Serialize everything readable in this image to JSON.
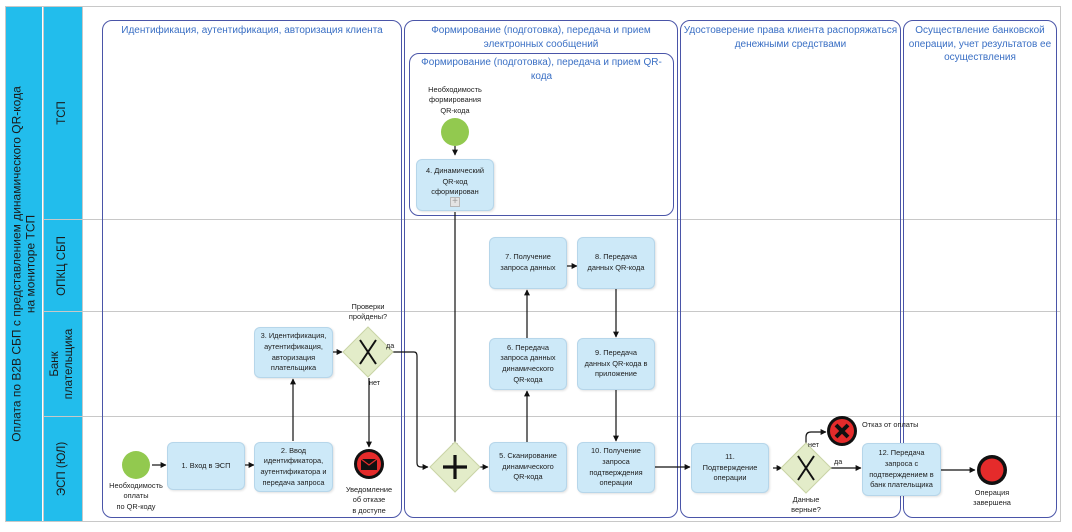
{
  "pool": {
    "title_line1": "Оплата по В2В СБП с представлением динамического QR-кода",
    "title_line2": "на мониторе ТСП"
  },
  "lanes": [
    {
      "id": "tsp",
      "title_line1": "ТСП",
      "title_line2": ""
    },
    {
      "id": "opkc",
      "title_line1": "ОПКЦ СБП",
      "title_line2": ""
    },
    {
      "id": "bank",
      "title_line1": "Банк",
      "title_line2": "плательщика"
    },
    {
      "id": "esp",
      "title_line1": "ЭСП (ЮЛ)",
      "title_line2": ""
    }
  ],
  "groups": {
    "identification": {
      "title": "Идентификация, аутентификация, авторизация клиента"
    },
    "messaging": {
      "title_line1": "Формирование (подготовка), передача и прием",
      "title_line2": "электронных сообщений"
    },
    "qr_subgroup": {
      "title_line1": "Формирование (подготовка), передача и прием QR-",
      "title_line2": "кода"
    },
    "certification": {
      "title_line1": "Удостоверение права клиента распоряжаться",
      "title_line2": "денежными средствами"
    },
    "execution": {
      "title_line1": "Осуществление банковской",
      "title_line2": "операции, учет результатов ее",
      "title_line3": "осуществления"
    }
  },
  "events": {
    "start_payment": {
      "type": "start",
      "label_lines": [
        "Необходимость",
        "оплаты",
        "по QR-коду"
      ],
      "color": "#92c94f"
    },
    "start_qr": {
      "type": "start",
      "label_lines": [
        "Необходимость",
        "формирования",
        "QR-кода"
      ],
      "color": "#92c94f"
    },
    "end_denied": {
      "type": "end-message",
      "label_lines": [
        "Уведомление",
        "об отказе",
        "в доступе"
      ],
      "color": "#e52b2b"
    },
    "end_cancel": {
      "type": "end-cancel",
      "label_lines": [
        "Отказ от оплаты"
      ],
      "color": "#e52b2b"
    },
    "end_done": {
      "type": "end",
      "label_lines": [
        "Операция",
        "завершена"
      ],
      "color": "#e52b2b"
    }
  },
  "gateways": {
    "checks": {
      "type": "exclusive",
      "label_lines": [
        "Проверки",
        "пройдены?"
      ],
      "yes": "да",
      "no": "нет"
    },
    "join": {
      "type": "parallel"
    },
    "data_ok": {
      "type": "exclusive",
      "label_lines": [
        "Данные",
        "верные?"
      ],
      "yes": "да",
      "no": "нет"
    }
  },
  "tasks": {
    "t1": {
      "lines": [
        "1. Вход в ЭСП"
      ]
    },
    "t2": {
      "lines": [
        "2. Ввод",
        "идентификатора,",
        "аутентификатора и",
        "передача запроса"
      ]
    },
    "t3": {
      "lines": [
        "3. Идентификация,",
        "аутентификация,",
        "авторизация",
        "плательщика"
      ]
    },
    "t4": {
      "lines": [
        "4. Динамический",
        "QR-код",
        "сформирован"
      ],
      "subprocess": true
    },
    "t5": {
      "lines": [
        "5. Сканирование",
        "динамического",
        "QR-кода"
      ]
    },
    "t6": {
      "lines": [
        "6. Передача",
        "запроса данных",
        "динамического",
        "QR-кода"
      ]
    },
    "t7": {
      "lines": [
        "7. Получение",
        "запроса данных"
      ]
    },
    "t8": {
      "lines": [
        "8. Передача",
        "данных QR-кода"
      ]
    },
    "t9": {
      "lines": [
        "9. Передача",
        "данных QR-кода в",
        "приложение"
      ]
    },
    "t10": {
      "lines": [
        "10. Получение",
        "запроса",
        "подтверждения",
        "операции"
      ]
    },
    "t11": {
      "lines": [
        "11.",
        "Подтверждение",
        "операции"
      ]
    },
    "t12": {
      "lines": [
        "12. Передача",
        "запроса с",
        "подтверждением в",
        "банк плательщика"
      ]
    }
  },
  "colors": {
    "lane_header": "#22bdec",
    "group_border": "#4a55a8",
    "group_title": "#3a6fc4",
    "task_fill": "#cde9f8",
    "gateway_fill": "#e3ecc9",
    "start_fill": "#92c94f",
    "end_fill": "#e52b2b"
  }
}
